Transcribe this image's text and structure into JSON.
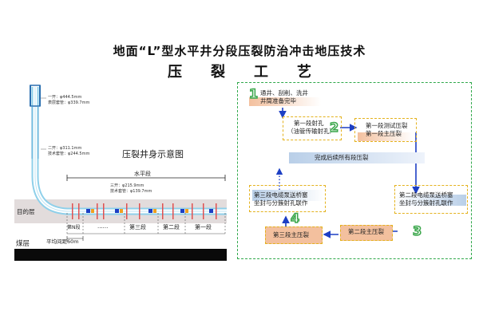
{
  "title": {
    "line1": "地面“L”型水平井分段压裂防治冲击地压技术",
    "line2": "压裂工艺"
  },
  "well_diagram": {
    "heading": "压裂井身示意图",
    "casing1": [
      "一开：φ444.5mm",
      "表层套管：φ339.7mm"
    ],
    "casing2": [
      "二开：φ311.1mm",
      "技术套管：φ244.5mm"
    ],
    "casing3": [
      "三开：φ215.9mm",
      "技术套管：φ139.7mm"
    ],
    "horizontal_label": "水平段",
    "target_layer": "目的层",
    "coal_layer": "煤层",
    "spacing": "平均间距60m",
    "segments": [
      "第N段",
      "......",
      "第三段",
      "第二段",
      "第一段"
    ]
  },
  "flow": {
    "step1": [
      "通井、刮削、洗井",
      "井筒准备完毕"
    ],
    "perf1": [
      "第一段射孔",
      "（油管传输射孔）"
    ],
    "test_frac": [
      "第一段测试压裂",
      "第一段主压裂"
    ],
    "complete": "完成后续所有段压裂",
    "bridge2": [
      "第二段电缆泵送桥塞",
      "坐封与分簇射孔联作"
    ],
    "bridge3": [
      "第三段电缆泵送桥塞",
      "坐封与分簇射孔联作"
    ],
    "main3": "第三段主压裂",
    "main2": "第二段主压裂",
    "numbers": [
      "1",
      "2",
      "3",
      "4"
    ]
  },
  "colors": {
    "accent_green": "#2fa84a",
    "dash_yellow": "#e4b21d",
    "arrow_blue": "#1d3fc4",
    "ground_gray": "#e2dcdc",
    "coal_black": "#0a0a0a"
  }
}
